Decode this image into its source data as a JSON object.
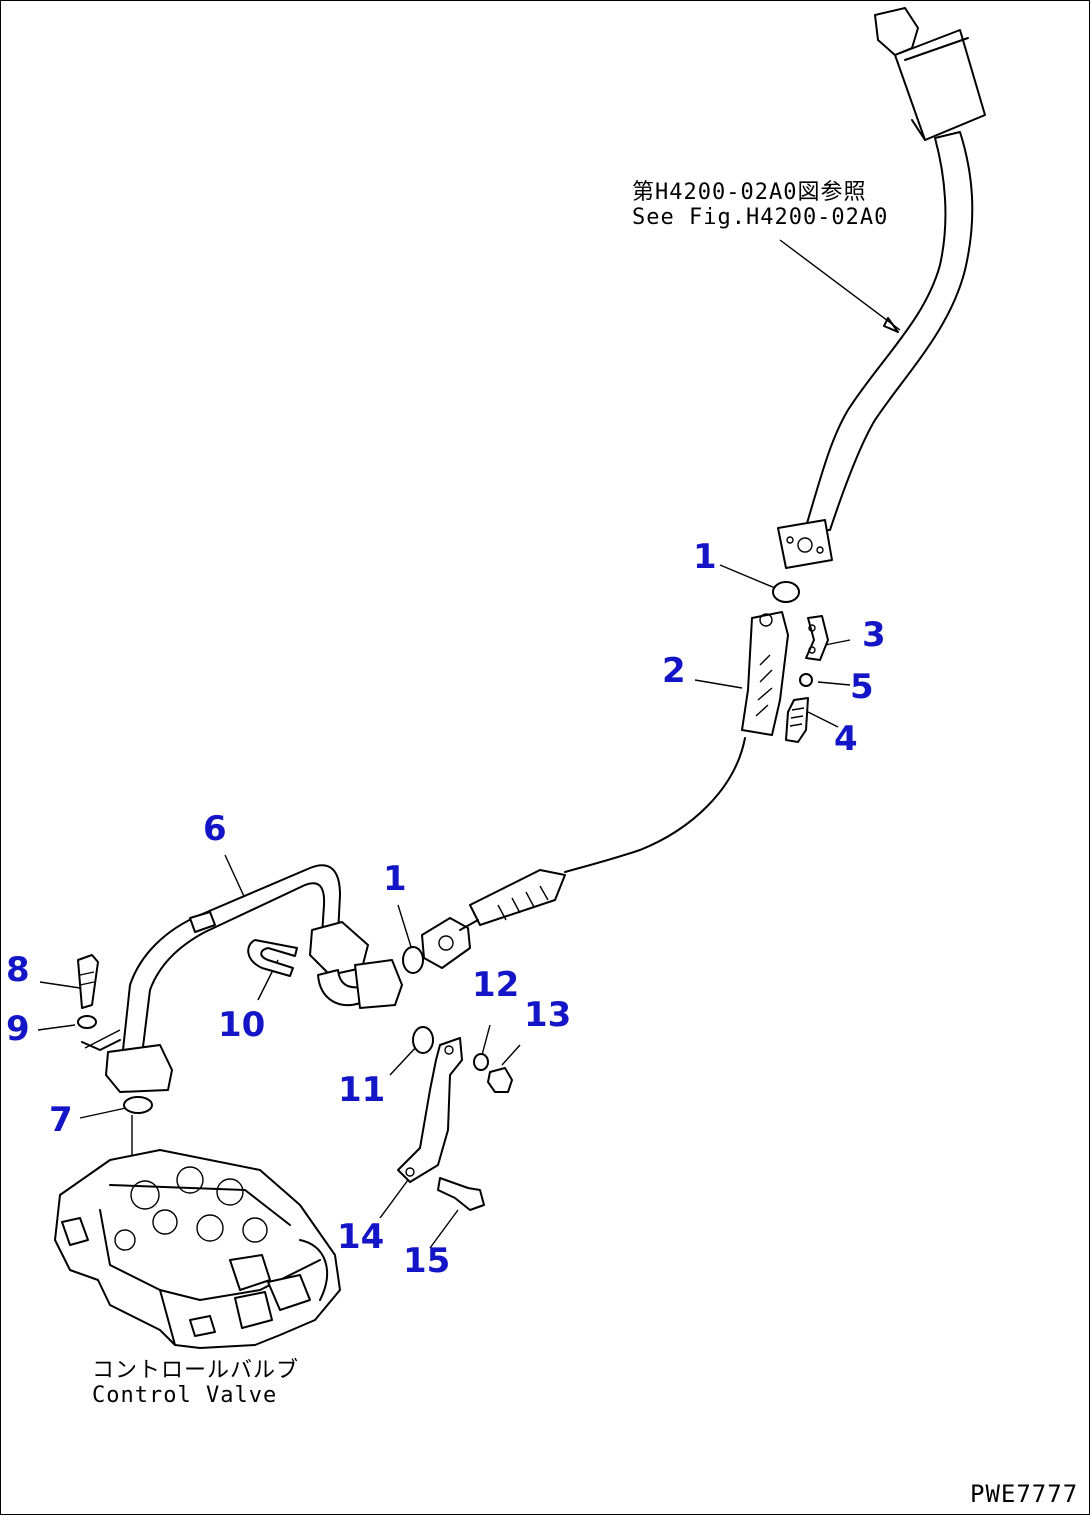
{
  "references": {
    "upper_jp": "第H4200-02A0図参照",
    "upper_en": "See Fig.H4200-02A0",
    "valve_jp": "コントロールバルブ",
    "valve_en": "Control Valve"
  },
  "drawing_code": "PWE7777",
  "callouts": [
    "1",
    "2",
    "3",
    "4",
    "5",
    "6",
    "1",
    "7",
    "8",
    "9",
    "10",
    "11",
    "12",
    "13",
    "14",
    "15"
  ],
  "colors": {
    "callout": "#1515c8",
    "line": "#000000",
    "background": "#ffffff"
  }
}
